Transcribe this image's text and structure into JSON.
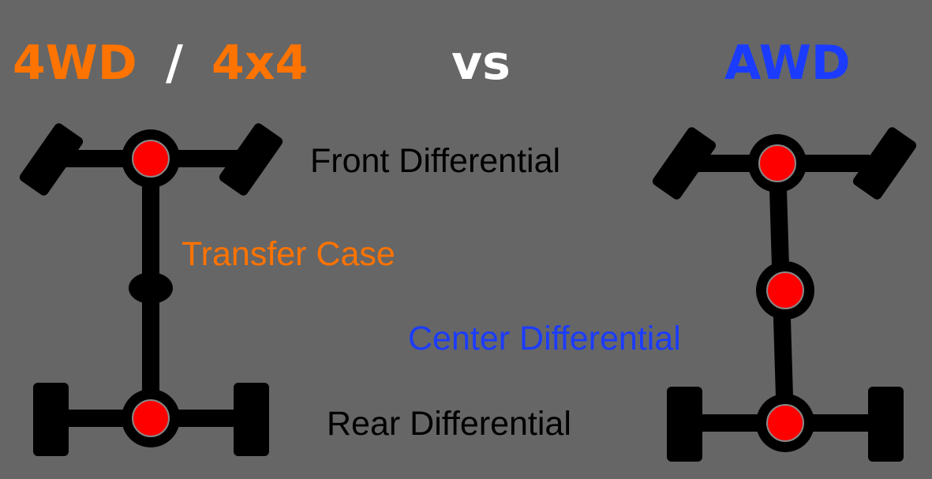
{
  "title": {
    "left_part1": "4WD",
    "slash": "/",
    "left_part2": "4x4",
    "vs": "vs",
    "right": "AWD"
  },
  "labels": {
    "front_differential": "Front Differential",
    "transfer_case": "Transfer Case",
    "center_differential": "Center Differential",
    "rear_differential": "Rear Differential"
  },
  "colors": {
    "background": "#666666",
    "orange": "#ff7300",
    "blue": "#1b3cff",
    "white": "#ffffff",
    "black": "#000000",
    "differential": "#ff0000"
  }
}
